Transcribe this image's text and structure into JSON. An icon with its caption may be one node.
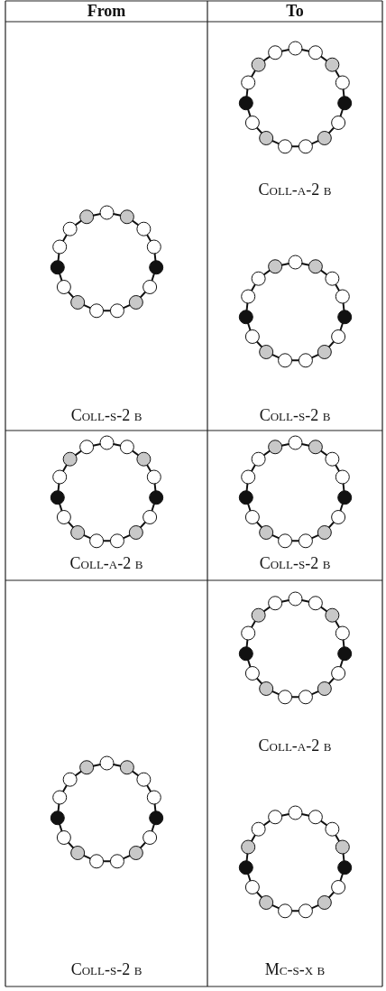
{
  "diagram": {
    "labels": [
      "From",
      "To",
      "Coll-s-2 b",
      "Coll-a-2 b",
      "Coll-s-2 b",
      "Coll-a-2 b",
      "Coll-s-2 b",
      "Coll-s-2 b",
      "Coll-a-2 b",
      "Mc-s-x b"
    ]
  }
}
